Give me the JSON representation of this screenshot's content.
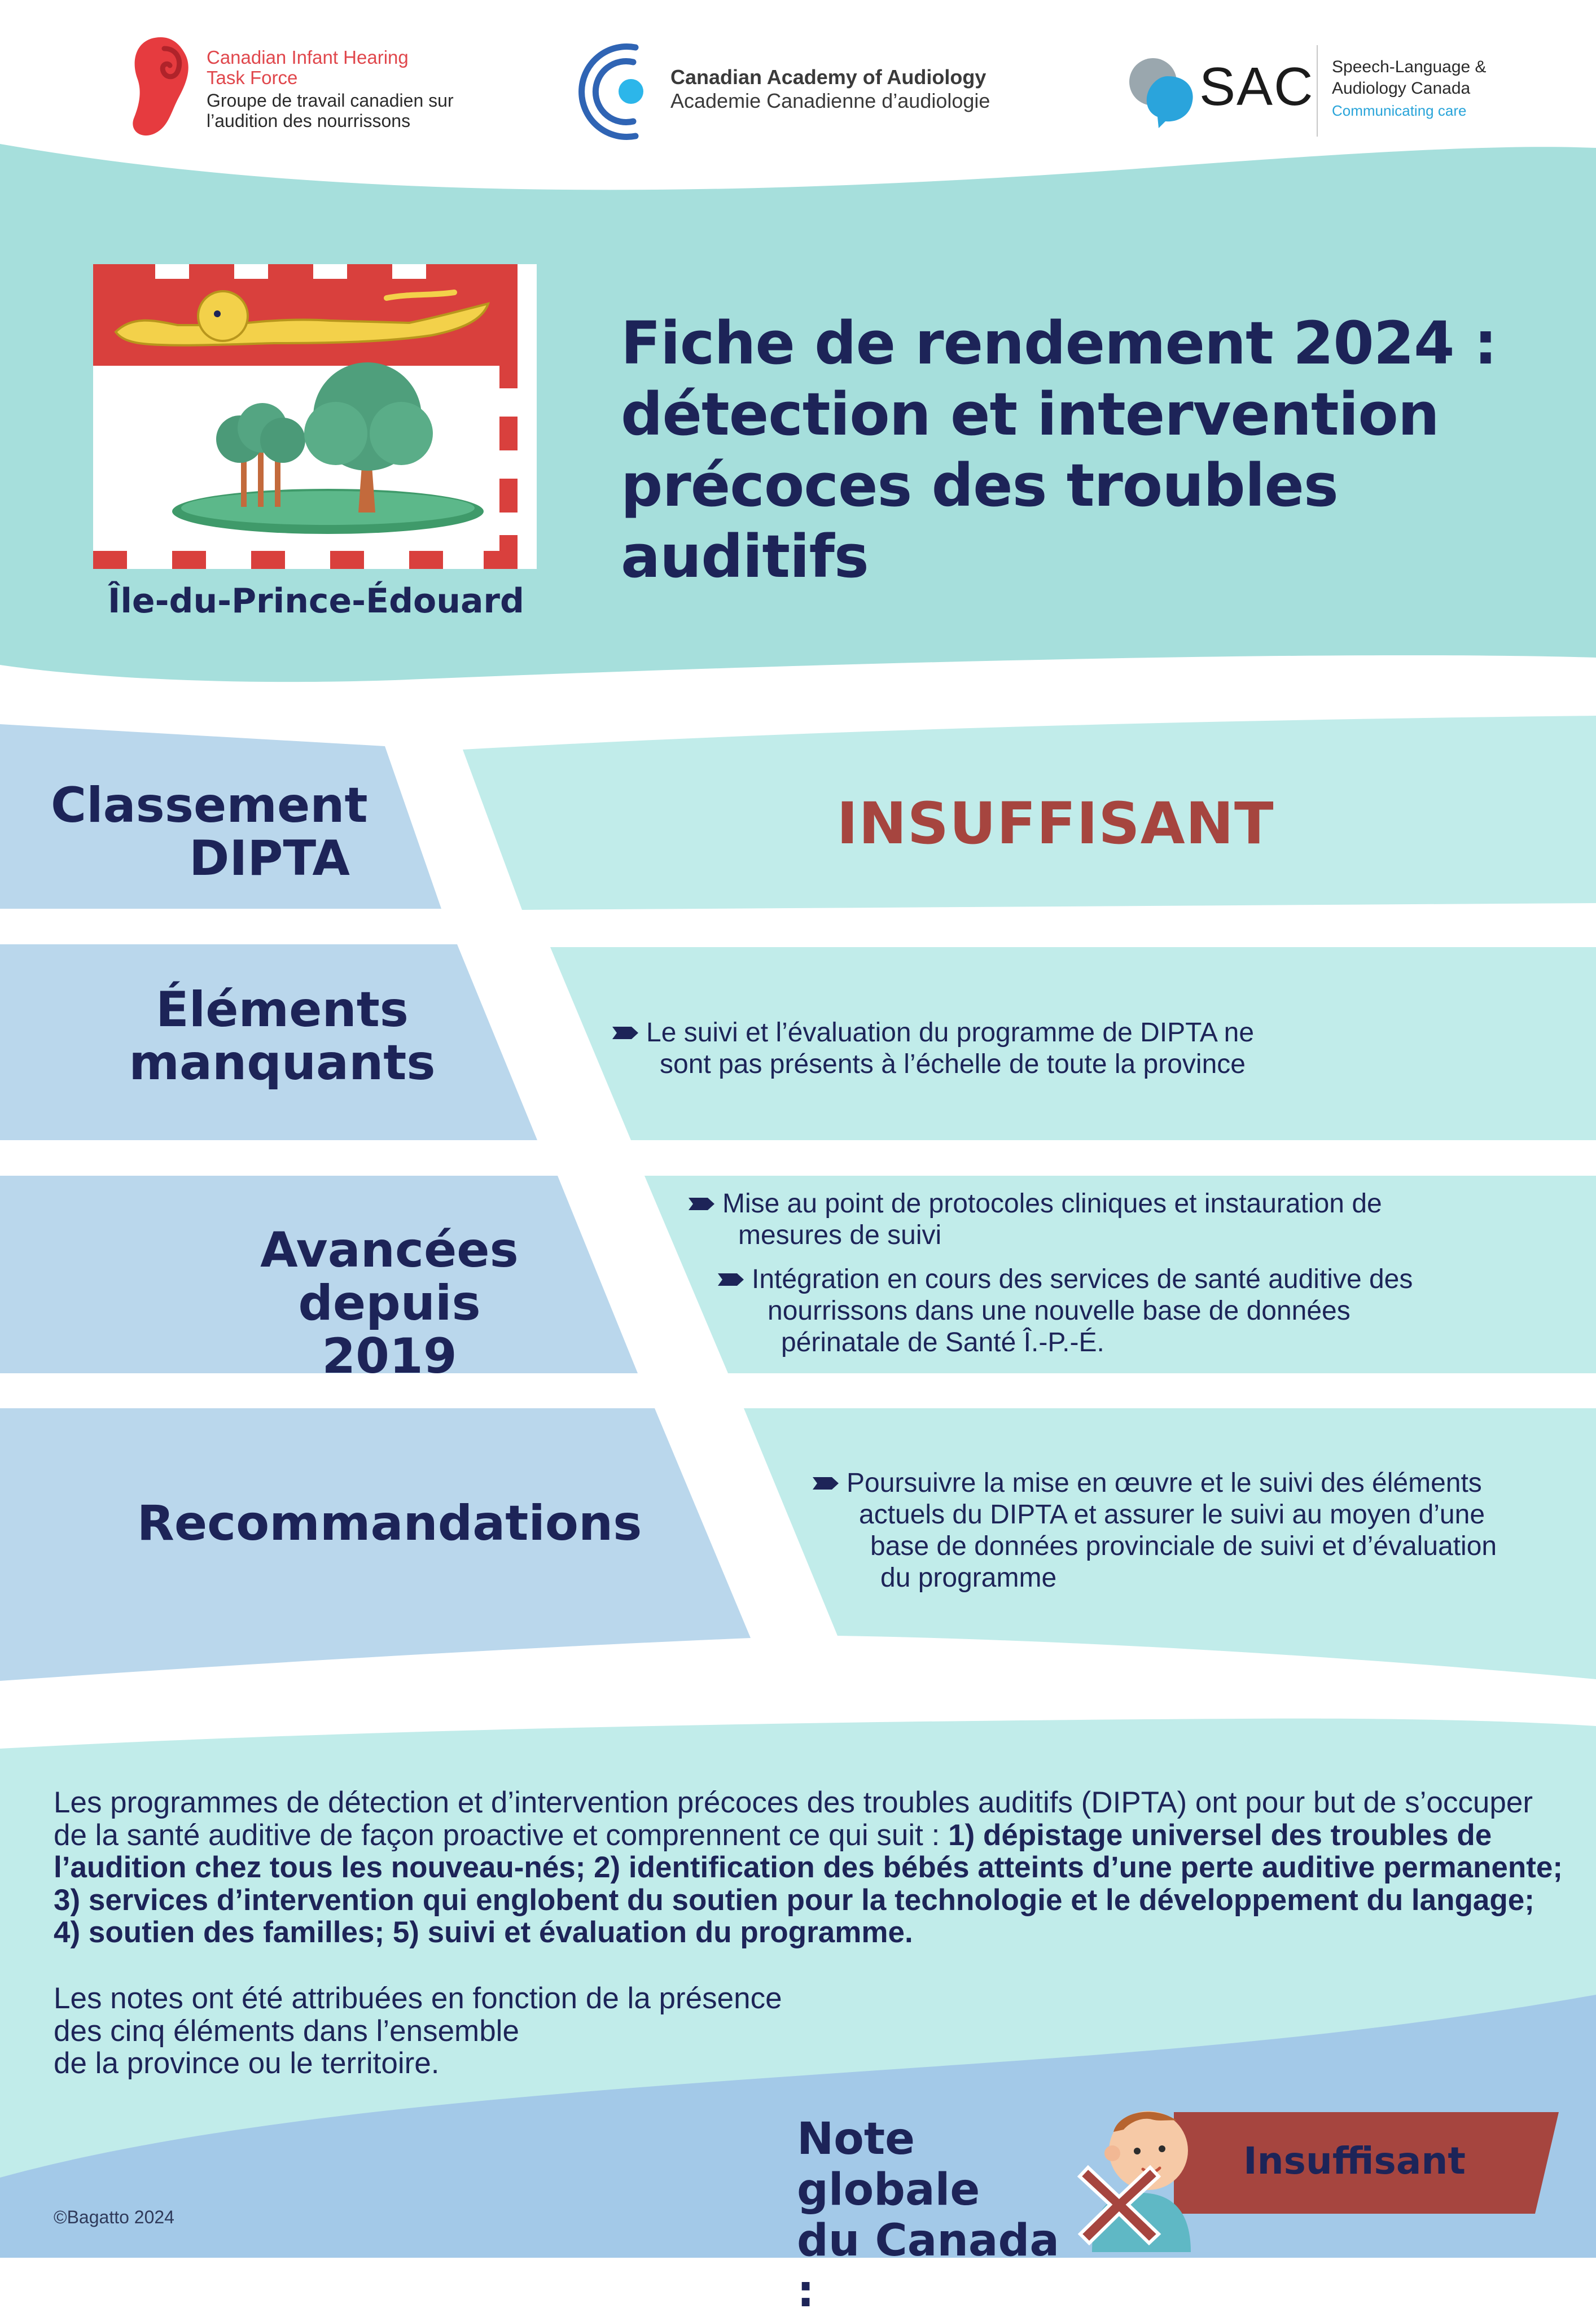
{
  "header": {
    "cihtf": {
      "name_en_line1": "Canadian Infant Hearing",
      "name_en_line2": "Task Force",
      "name_fr_line1": "Groupe de travail canadien sur",
      "name_fr_line2": "l’audition des nourrissons"
    },
    "caa": {
      "name_en": "Canadian Academy of Audiology",
      "name_fr": "Academie Canadienne d’audiologie"
    },
    "sac": {
      "abbr": "SAC",
      "name_line1": "Speech-Language &",
      "name_line2": "Audiology Canada",
      "tagline": "Communicating care"
    }
  },
  "title_lines": [
    "Fiche de rendement 2024 :",
    "détection et intervention",
    "précoces des troubles auditifs"
  ],
  "province": "Île-du-Prince-Édouard",
  "rows": {
    "rating": {
      "label_line1": "Classement",
      "label_line2": "DIPTA",
      "value": "INSUFFISANT"
    },
    "missing": {
      "label_line1": "Éléments",
      "label_line2": "manquants",
      "items": [
        [
          "Le suivi et l’évaluation du programme de DIPTA ne",
          "sont pas présents à l’échelle de toute la province"
        ]
      ]
    },
    "progress": {
      "label_line1": "Avancées",
      "label_line2": "depuis 2019",
      "items": [
        [
          "Mise au point de protocoles cliniques et instauration de",
          "mesures de suivi"
        ],
        [
          "Intégration en cours des services de santé auditive des",
          "nourrissons dans une nouvelle base de données",
          "périnatale de Santé Î.-P.-É."
        ]
      ]
    },
    "recommendations": {
      "label": "Recommandations",
      "items": [
        [
          "Poursuivre la mise en œuvre et le suivi des éléments",
          "actuels du DIPTA et assurer le suivi au moyen d’une",
          "base de données provinciale de suivi et d’évaluation",
          "du programme"
        ]
      ]
    }
  },
  "intro": {
    "plain": "Les programmes de détection et d’intervention précoces des troubles auditifs (DIPTA) ont pour but de s’occuper de la santé auditive de façon proactive et comprennent ce qui suit : ",
    "bold": "1) dépistage universel des troubles de l’audition chez tous les nouveau-nés; 2) identification des bébés atteints d’une perte auditive permanente; 3) services d’intervention qui englobent du soutien pour la technologie et le développement du langage; 4) soutien des familles; 5) suivi et évaluation du programme."
  },
  "note_lines": [
    "Les notes ont été attribuées en fonction de la présence",
    "des cinq éléments dans l’ensemble",
    "de la province ou le territoire."
  ],
  "global": {
    "label_line1": "Note globale",
    "label_line2": "du Canada :",
    "value": "Insuffisant"
  },
  "copyright": "©Bagatto 2024",
  "colors": {
    "navy": "#1d2458",
    "teal_band": "#a6dfdc",
    "light_teal": "#c1ecea",
    "label_blue": "#bad7ec",
    "bottom_blue": "#a3c9e8",
    "rating_red": "#a6453f",
    "flag_red": "#d9403d",
    "flag_gold": "#f3d14a"
  },
  "icons": {
    "cihtf_logo": "red-ear-logo-icon",
    "caa_logo": "blue-arc-logo-icon",
    "sac_logo": "speech-bubble-logo-icon",
    "flag": "pei-flag-icon",
    "bullet": "tag-bullet-icon",
    "baby": "baby-illustration-icon",
    "cross": "red-x-icon"
  }
}
